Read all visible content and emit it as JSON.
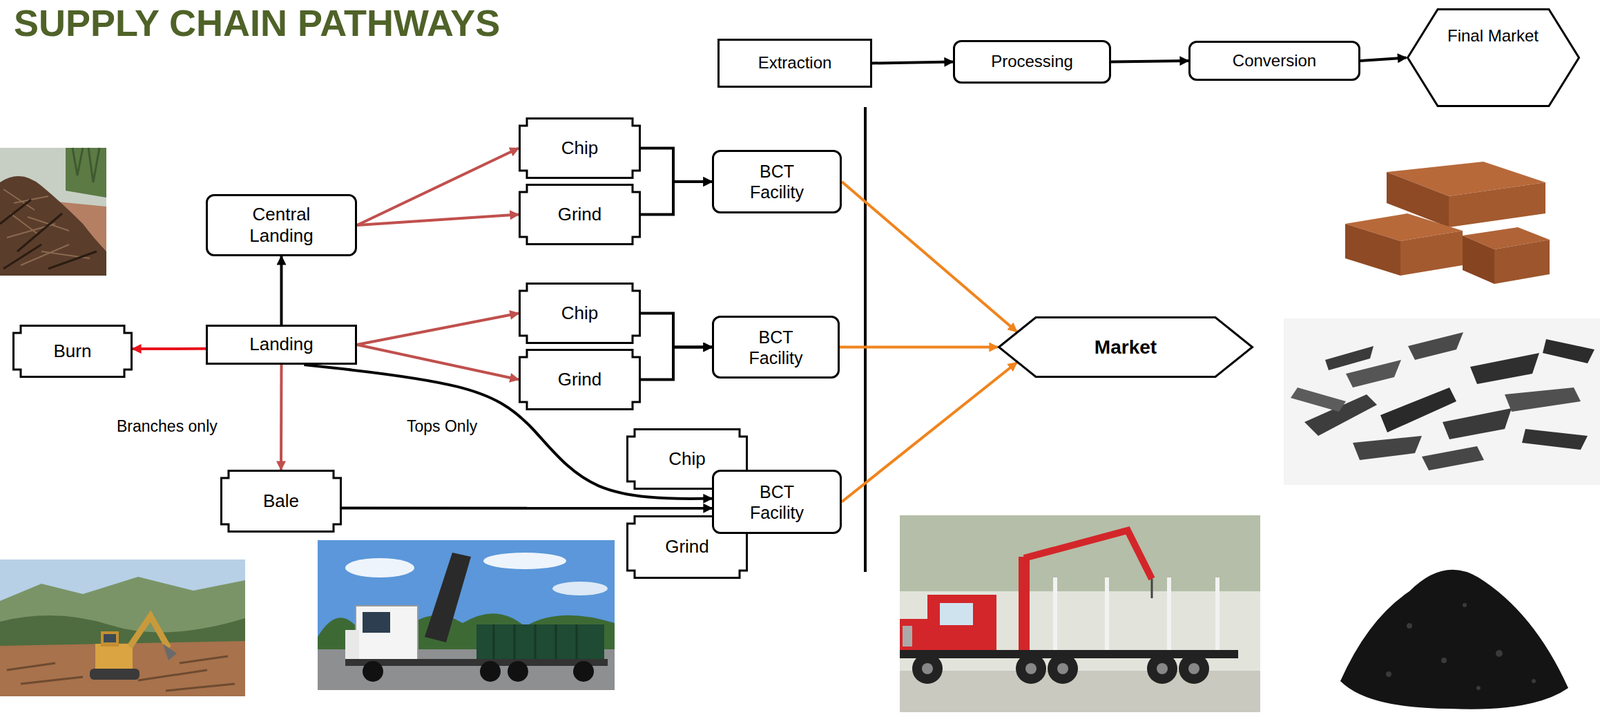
{
  "diagram": {
    "title": "SUPPLY CHAIN PATHWAYS",
    "nodes": [
      {
        "text": [
          "Extraction"
        ]
      },
      {
        "text": [
          "Processing"
        ]
      },
      {
        "text": [
          "Conversion"
        ]
      },
      {
        "text": [
          "Final Market"
        ]
      },
      {
        "text": [
          "Central Landing"
        ]
      },
      {
        "text": [
          "Chip"
        ]
      },
      {
        "text": [
          "Grind"
        ]
      },
      {
        "text": [
          "BCT Facility"
        ]
      },
      {
        "text": [
          "Burn"
        ]
      },
      {
        "text": [
          "Landing"
        ]
      },
      {
        "text": [
          "Chip"
        ]
      },
      {
        "text": [
          "Grind"
        ]
      },
      {
        "text": [
          "BCT Facility"
        ]
      },
      {
        "text": [
          "Market"
        ]
      },
      {
        "text": [
          "Chip"
        ]
      },
      {
        "text": [
          "Bale"
        ]
      },
      {
        "text": [
          "BCT Facility"
        ]
      },
      {
        "text": [
          "Grind"
        ]
      }
    ],
    "edges": [
      {
        "from": 0,
        "to": 1,
        "arrow": "to"
      },
      {
        "from": 1,
        "to": 2,
        "arrow": "to"
      },
      {
        "from": 2,
        "to": 3,
        "arrow": "to"
      },
      {
        "from": 9,
        "to": 4,
        "arrow": "to"
      },
      {
        "from": 9,
        "to": 8,
        "arrow": "to"
      },
      {
        "from": 4,
        "to": 5,
        "arrow": "to"
      },
      {
        "from": 4,
        "to": 6,
        "arrow": "to"
      },
      {
        "from": 5,
        "to": 7,
        "arrow": "to"
      },
      {
        "from": 6,
        "to": 7,
        "arrow": "to"
      },
      {
        "from": 9,
        "to": 10,
        "arrow": "to"
      },
      {
        "from": 9,
        "to": 11,
        "arrow": "to"
      },
      {
        "from": 10,
        "to": 12,
        "arrow": "to"
      },
      {
        "from": 11,
        "to": 12,
        "arrow": "to"
      },
      {
        "from": 9,
        "to": 15,
        "label": "Branches only",
        "arrow": "to"
      },
      {
        "from": 9,
        "to": 16,
        "label": "Tops Only",
        "arrow": "to"
      },
      {
        "from": 15,
        "to": 16,
        "arrow": "to"
      },
      {
        "from": 7,
        "to": 13,
        "arrow": "to"
      },
      {
        "from": 12,
        "to": 13,
        "arrow": "to"
      },
      {
        "from": 16,
        "to": 13,
        "arrow": "to"
      }
    ]
  }
}
